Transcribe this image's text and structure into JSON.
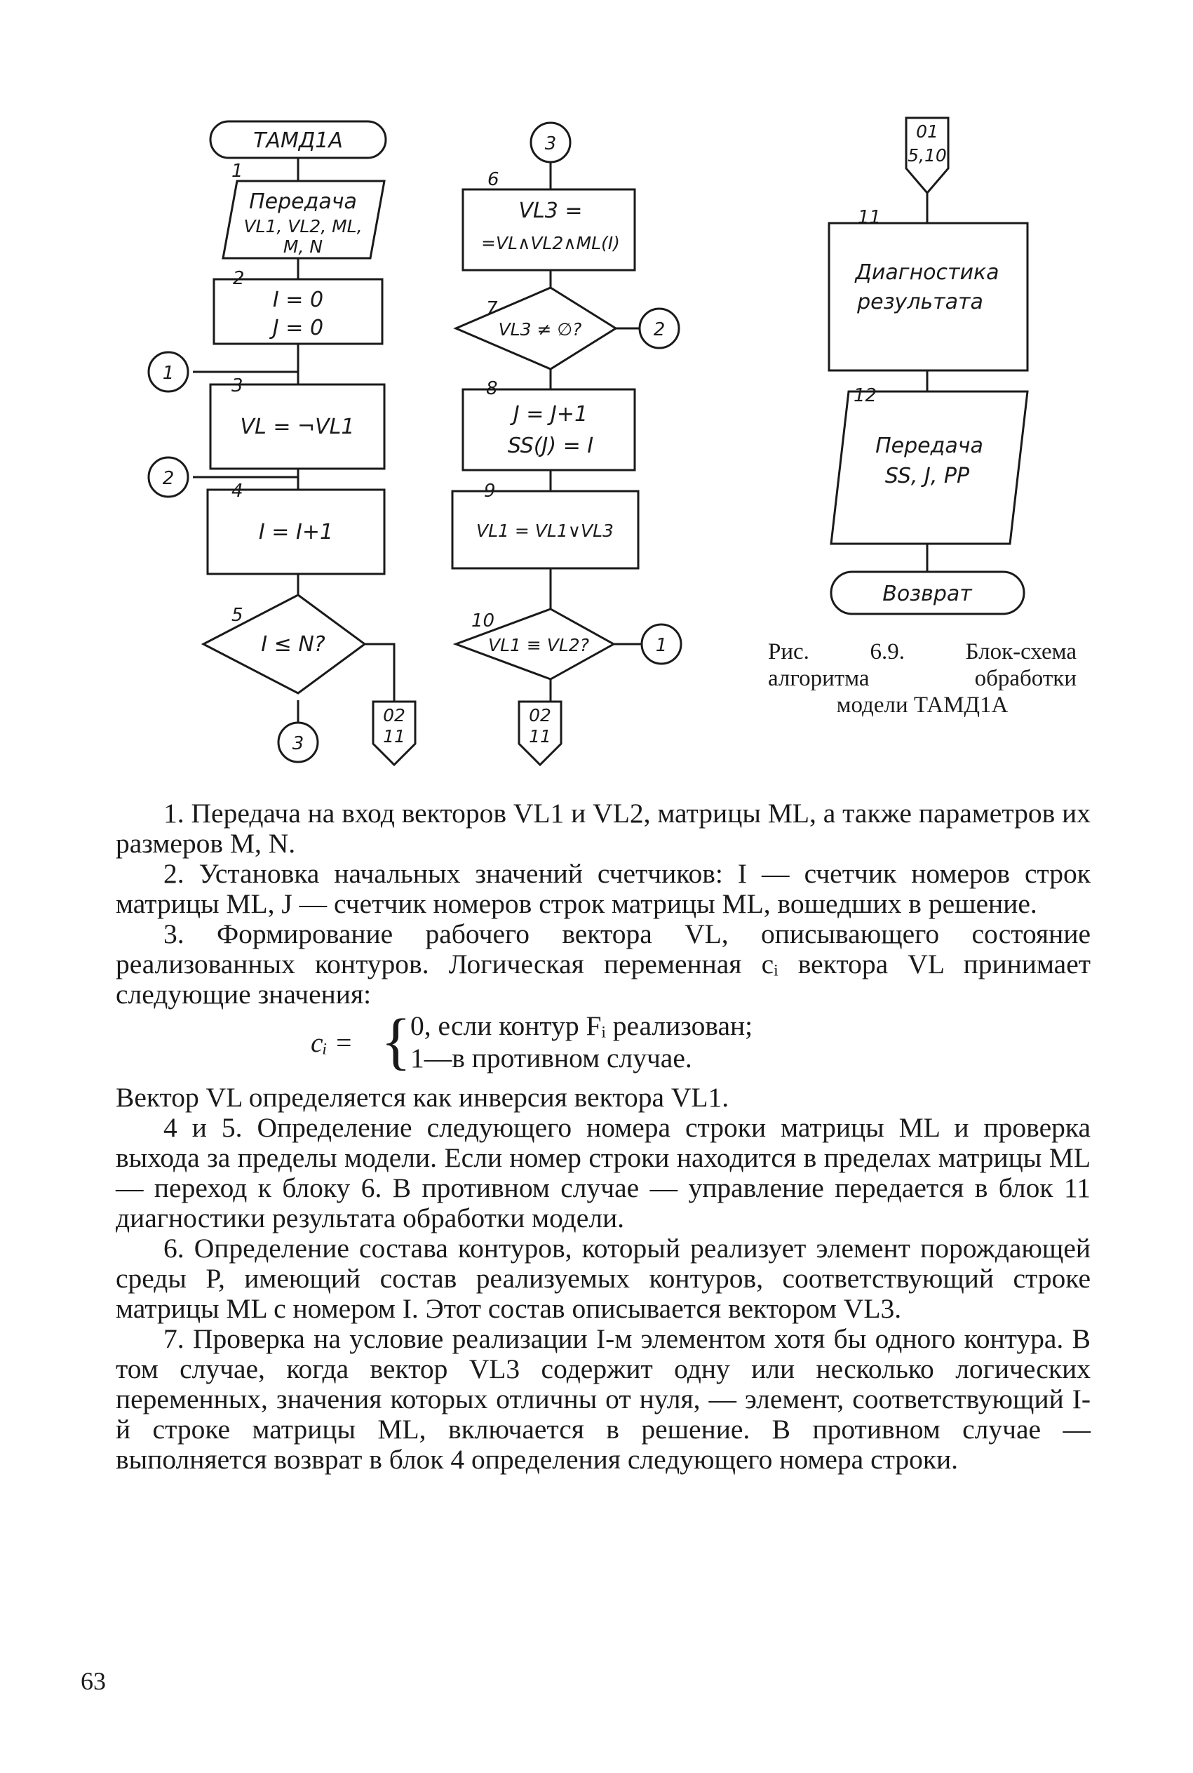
{
  "flowchart": {
    "terminator_start": "ТАМД1А",
    "terminator_end": "Возврат",
    "block1": [
      "Передача",
      "VL1, VL2, ML,",
      "M, N"
    ],
    "block2": [
      "I = 0",
      "J = 0"
    ],
    "block3": "VL = ¬VL1",
    "block4": "I = I+1",
    "block5": "I ≤ N?",
    "block6": [
      "VL3 =",
      "=VL∧VL2∧ML(I)"
    ],
    "block7": "VL3 ≠ ∅?",
    "block8": [
      "J = J+1",
      "SS(J) = I"
    ],
    "block9": "VL1 = VL1∨VL3",
    "block10": "VL1 ≡ VL2?",
    "block11": [
      "Диагностика",
      "результата"
    ],
    "block12": [
      "Передача",
      "SS, J, PP"
    ],
    "numbers": [
      "1",
      "2",
      "3",
      "4",
      "5",
      "6",
      "7",
      "8",
      "9",
      "10",
      "11",
      "12"
    ],
    "connectors": [
      "1",
      "2",
      "3"
    ],
    "offpage_from": [
      "01",
      "5,10"
    ],
    "offpage_to": [
      "02",
      "11"
    ]
  },
  "caption": {
    "line1": "Рис. 6.9. Блок-схема",
    "line2": "алгоритма обработки",
    "line3": "модели ТАМД1А"
  },
  "body": {
    "p1": "1. Передача на вход векторов VL1 и VL2, матрицы ML, а также параметров их размеров M, N.",
    "p2": "2. Установка начальных значений счетчиков: I — счетчик номеров строк матрицы ML, J — счетчик номеров строк матрицы ML, вошедших в решение.",
    "p3": "3. Формирование рабочего вектора VL, описывающего состояние реализованных контуров. Логическая переменная cᵢ вектора VL принимает следующие значения:",
    "formula_lhs": "cᵢ =",
    "formula_case1": "0, если контур Fᵢ реализован;",
    "formula_case2": "1—в противном случае.",
    "p3b": "Вектор VL определяется как инверсия вектора VL1.",
    "p4": "4 и 5. Определение следующего номера строки матрицы ML и проверка выхода за пределы модели. Если номер строки находится в пределах матрицы ML — переход к блоку 6. В противном случае — управление передается в блок 11 диагностики результата обработки модели.",
    "p6": "6. Определение состава контуров, который реализует элемент порождающей среды P, имеющий состав реализуемых контуров, соответствующий строке матрицы ML с номером I. Этот состав описывается вектором VL3.",
    "p7": "7. Проверка на условие реализации I-м элементом хотя бы одного контура. В том случае, когда вектор VL3 содержит одну или несколько логических переменных, значения которых отличны от нуля, — элемент, соответствующий I-й строке матрицы ML, включается в решение. В противном случае — выполняется возврат в блок 4 определения следующего номера строки."
  },
  "page_number": "63"
}
